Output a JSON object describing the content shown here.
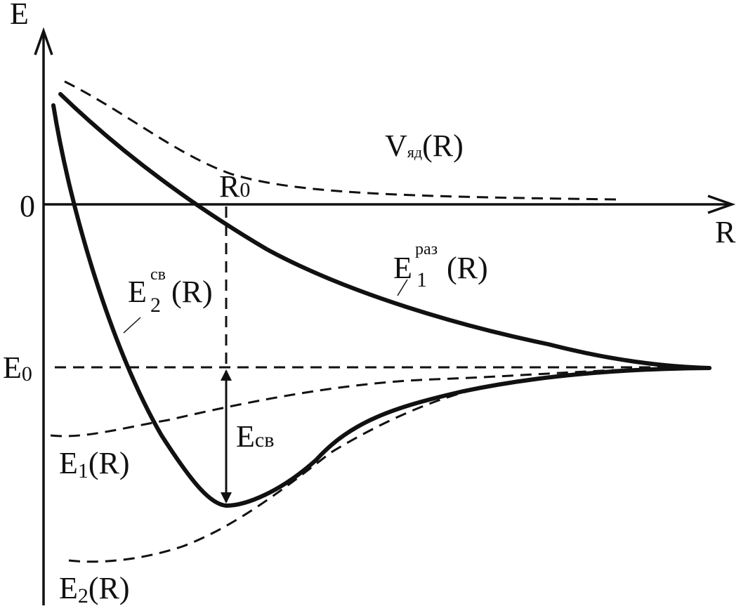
{
  "axes": {
    "y_label": "E",
    "x_label": "R",
    "zero_label": "0"
  },
  "levels": {
    "e0_label": "E",
    "e0_sub": "0",
    "r0_label": "R",
    "r0_sub": "0"
  },
  "curves": {
    "v_nuclear": {
      "main": "V",
      "sub": "яд",
      "arg": "(R)"
    },
    "e1_antibonding": {
      "main": "E",
      "sub": "1",
      "sup": "раз",
      "arg": "(R)"
    },
    "e2_bonding": {
      "main": "E",
      "sub": "2",
      "sup": "св",
      "arg": "(R)"
    },
    "e1": {
      "main": "E",
      "sub": "1",
      "arg": "(R)"
    },
    "e2": {
      "main": "E",
      "sub": "2",
      "arg": "(R)"
    }
  },
  "binding_energy": {
    "main": "E",
    "sub": "св"
  }
}
